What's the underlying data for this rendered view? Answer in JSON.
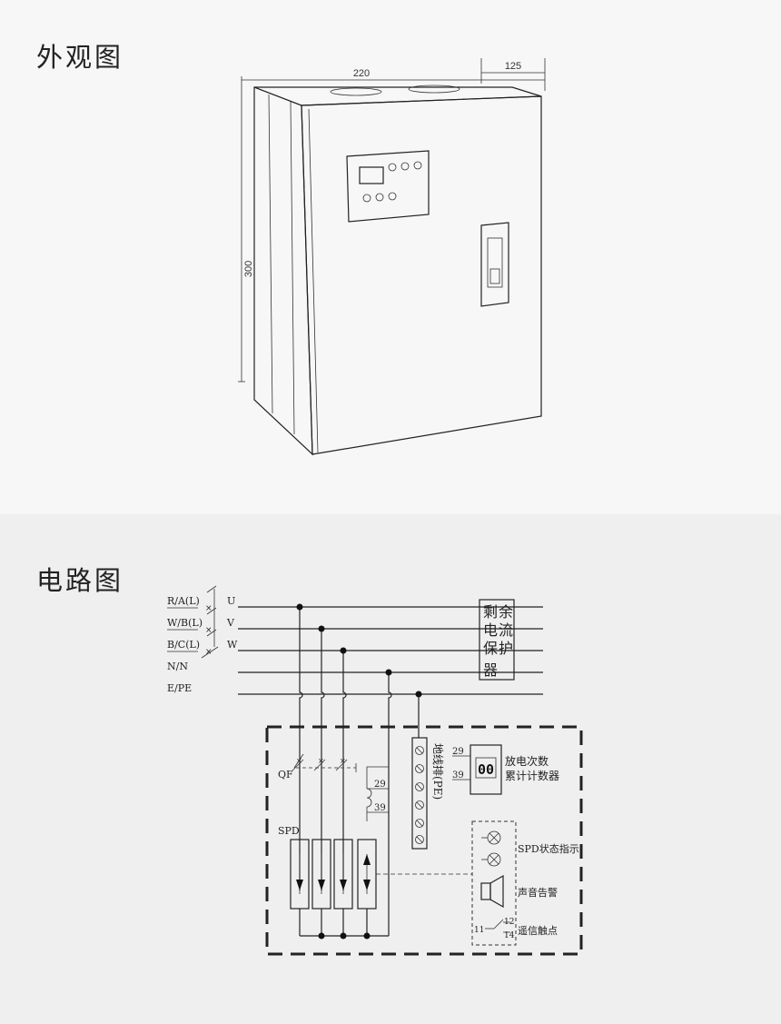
{
  "sections": {
    "appearance_title": "外观图",
    "circuit_title": "电路图"
  },
  "appearance": {
    "dim_width": "220",
    "dim_depth": "125",
    "dim_height": "300"
  },
  "circuit": {
    "lines": [
      {
        "label": "R/A(L)",
        "phase": "U"
      },
      {
        "label": "W/B(L)",
        "phase": "V"
      },
      {
        "label": "B/C(L)",
        "phase": "W"
      },
      {
        "label": "N/N",
        "phase": ""
      },
      {
        "label": "E/PE",
        "phase": ""
      }
    ],
    "rcd_chars": [
      "剩",
      "余",
      "电",
      "流",
      "保",
      "护",
      "器"
    ],
    "qf_label": "QF",
    "spd_label": "SPD",
    "term_29": "29",
    "term_39": "39",
    "ground_bar": "地线排(PE)",
    "counter_digits": "00",
    "counter_line1": "放电次数",
    "counter_line2": "累计计数器",
    "indicator_label": "SPD状态指示",
    "alarm_label": "声音告警",
    "contact_label": "遥信触点",
    "contact_11": "11",
    "contact_12": "12",
    "contact_14": "14"
  }
}
